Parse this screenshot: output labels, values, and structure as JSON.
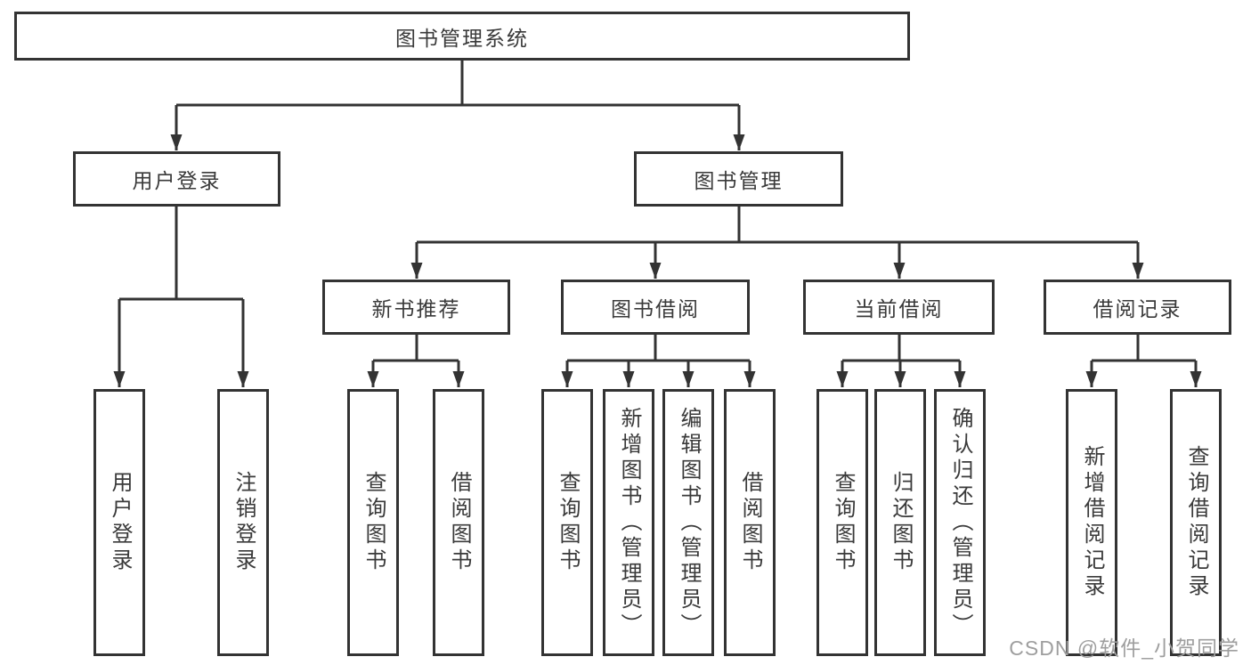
{
  "tree": {
    "root": {
      "label": "图书管理系统"
    },
    "branches": [
      {
        "label": "用户登录",
        "children": [
          {
            "label": "用户登录"
          },
          {
            "label": "注销登录"
          }
        ]
      },
      {
        "label": "图书管理",
        "children": [
          {
            "label": "新书推荐",
            "children": [
              {
                "label": "查询图书"
              },
              {
                "label": "借阅图书"
              }
            ]
          },
          {
            "label": "图书借阅",
            "children": [
              {
                "label": "查询图书"
              },
              {
                "label": "新增图书（管理员）"
              },
              {
                "label": "编辑图书（管理员）"
              },
              {
                "label": "借阅图书"
              }
            ]
          },
          {
            "label": "当前借阅",
            "children": [
              {
                "label": "查询图书"
              },
              {
                "label": "归还图书"
              },
              {
                "label": "确认归还（管理员）"
              }
            ]
          },
          {
            "label": "借阅记录",
            "children": [
              {
                "label": "新增借阅记录"
              },
              {
                "label": "查询借阅记录"
              }
            ]
          }
        ]
      }
    ]
  },
  "watermark": "CSDN @软件_小贺同学",
  "colors": {
    "line": "#333333",
    "box_border": "#333333",
    "text": "#3a3a3a",
    "watermark": "#9e9e9e",
    "background": "#ffffff"
  }
}
